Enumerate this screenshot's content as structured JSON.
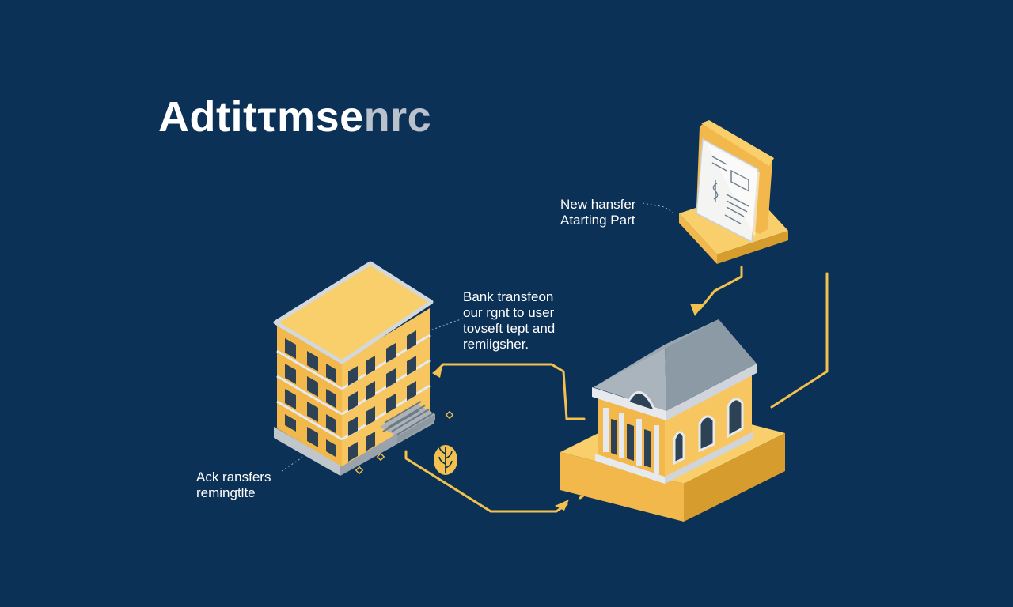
{
  "diagram": {
    "title_main": "Adtitτmse",
    "title_tail": "nrc",
    "labels": {
      "new_transfer": [
        "New hansfer",
        "Atarting Part"
      ],
      "bank_transfer": [
        "Bank transfeon",
        "our rgnt to user",
        "tovseft tept and",
        "remiigsher."
      ],
      "ack_transfers": [
        "Ack ransfers",
        "remingtlte"
      ]
    },
    "colors": {
      "background": "#0c3157",
      "accent": "#f2c14e",
      "accent_light": "#f8cf6a",
      "accent_dark": "#d79c2e",
      "roof_gray": "#8c9aa6",
      "window": "#2d4255",
      "paper": "#f4f4f2"
    },
    "icons": [
      "office-building-icon",
      "bank-building-icon",
      "document-on-stand-icon",
      "plant-coin-icon"
    ]
  }
}
